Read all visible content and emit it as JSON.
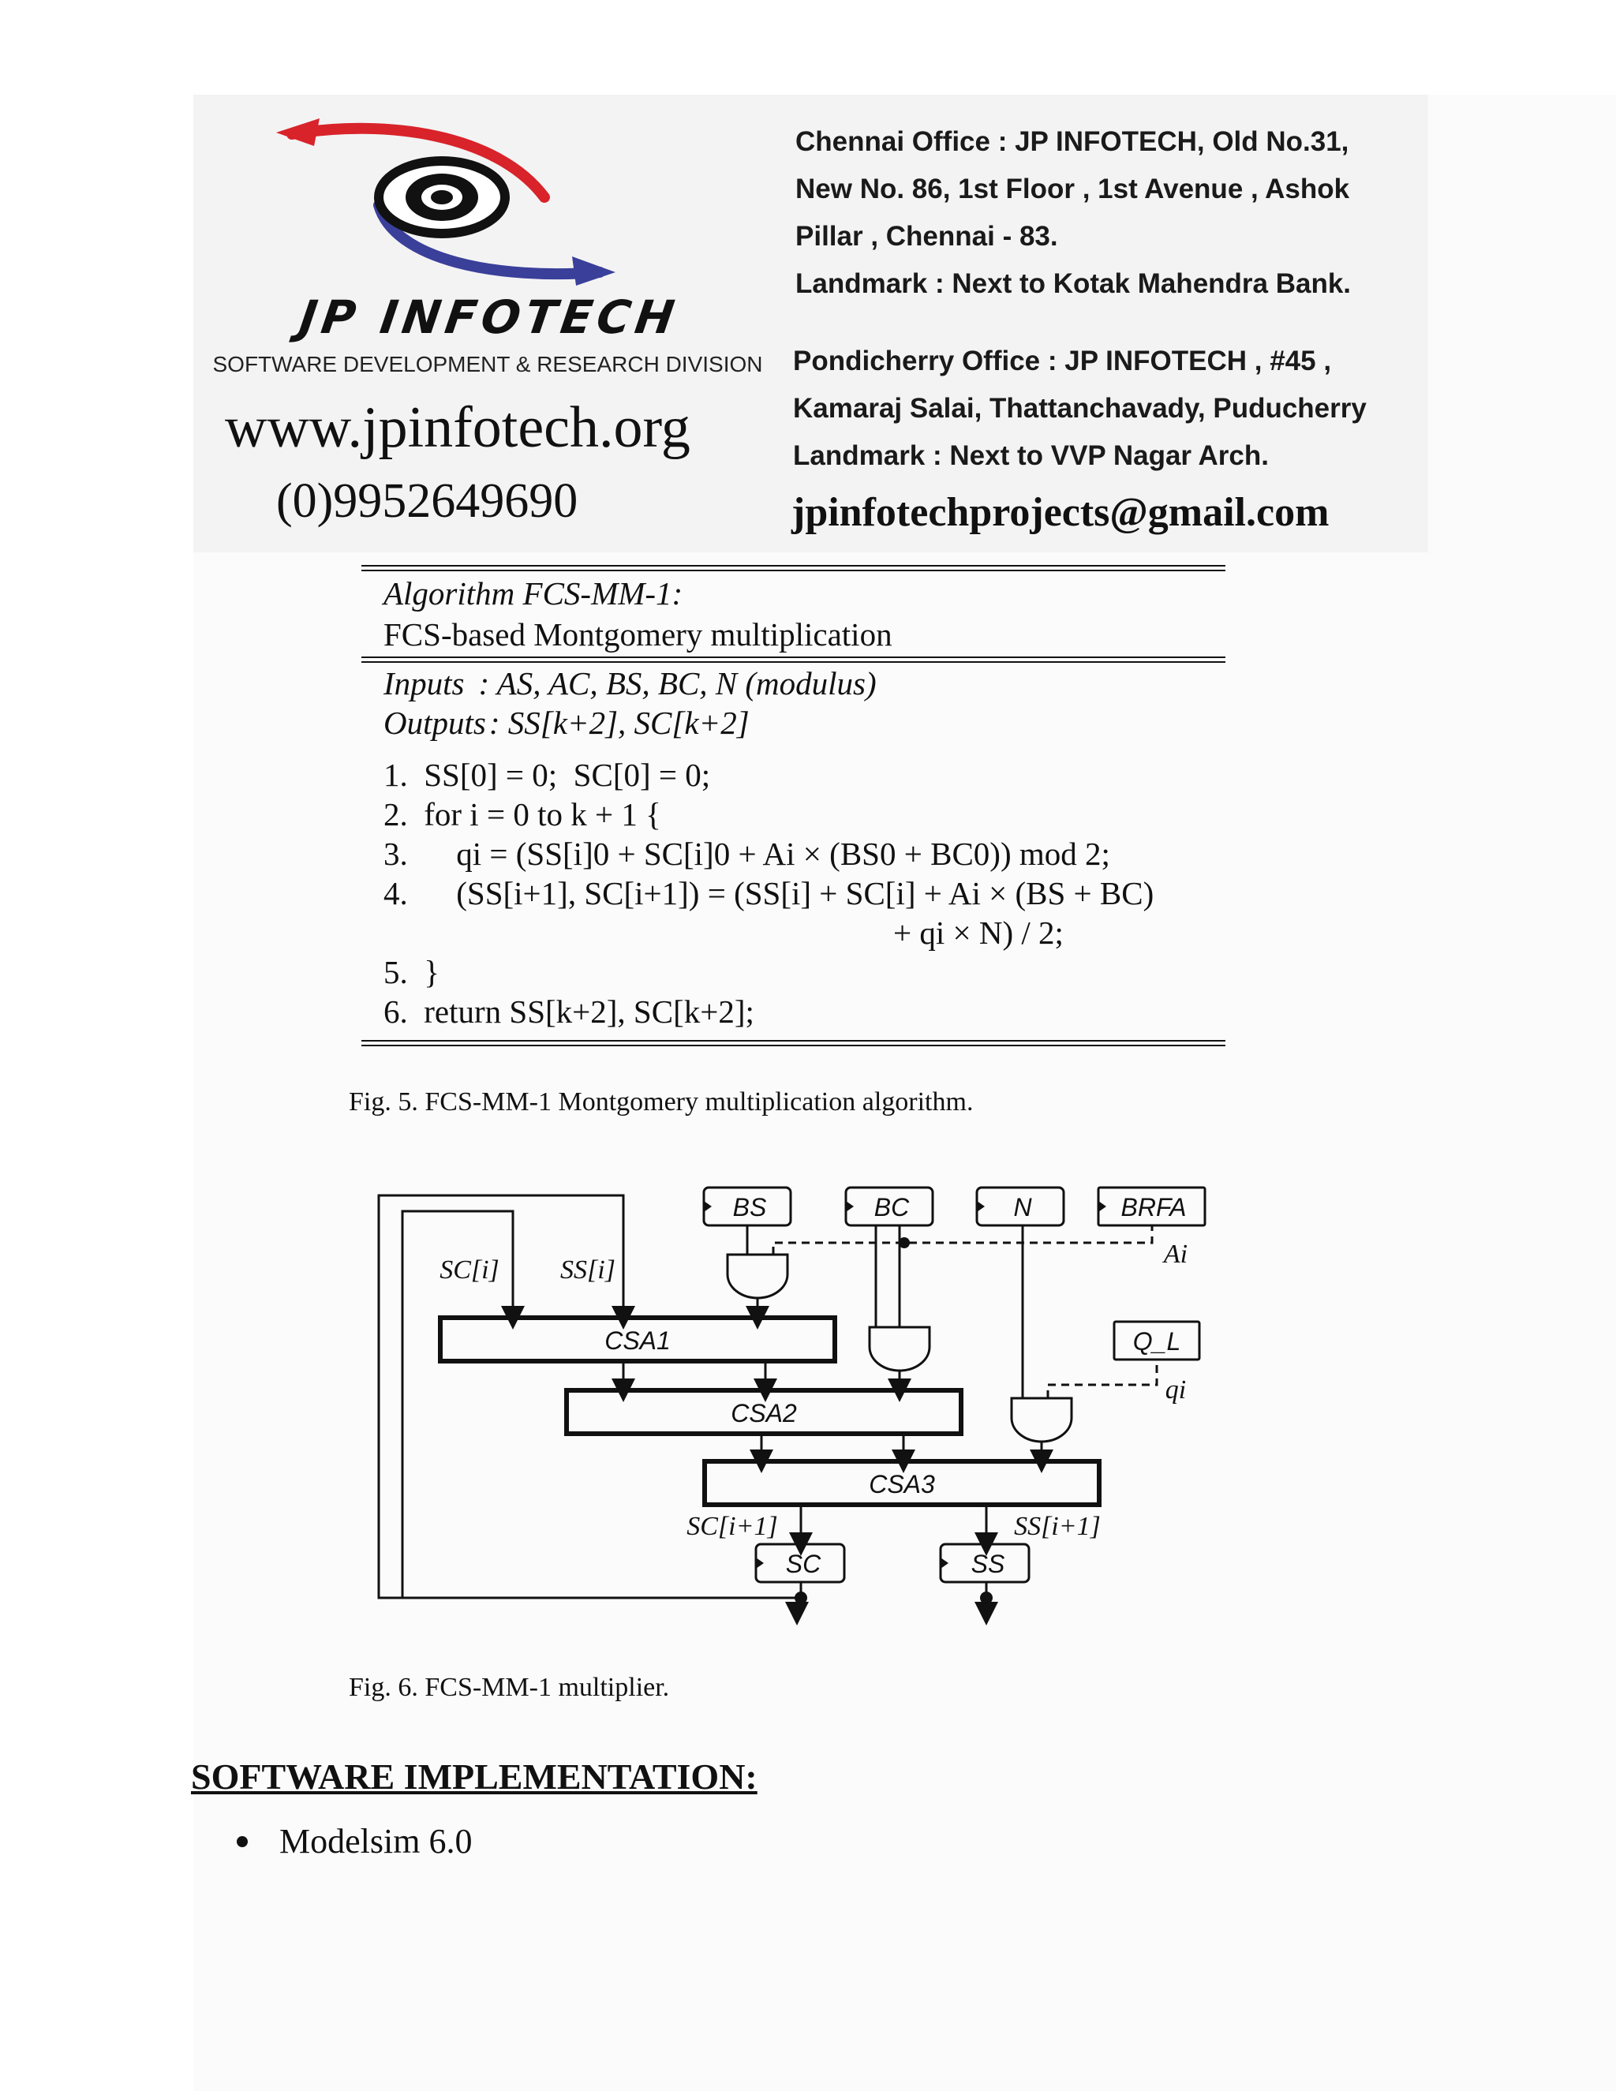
{
  "header": {
    "brand": "JP INFOTECH",
    "division": "SOFTWARE DEVELOPMENT & RESEARCH DIVISION",
    "website": "www.jpinfotech.org",
    "phone": "(0)9952649690",
    "chennai_office": [
      "Chennai Office : JP INFOTECH, Old No.31,",
      "New No. 86, 1st Floor , 1st Avenue , Ashok",
      "Pillar , Chennai - 83.",
      "Landmark : Next to Kotak Mahendra Bank."
    ],
    "pondicherry_office": [
      "Pondicherry Office : JP INFOTECH , #45 ,",
      "Kamaraj Salai, Thattanchavady, Puducherry",
      "Landmark : Next to VVP Nagar Arch."
    ],
    "email": "jpinfotechprojects@gmail.com",
    "colors": {
      "arrow_red": "#d8232a",
      "arrow_blue": "#3a3f9a",
      "eye_black": "#111111"
    }
  },
  "algorithm": {
    "title": "Algorithm FCS-MM-1:",
    "subtitle": "FCS-based Montgomery multiplication",
    "inputs_label": "Inputs",
    "inputs_value": ": AS, AC, BS, BC, N (modulus)",
    "outputs_label": "Outputs",
    "outputs_value": ": SS[k+2], SC[k+2]",
    "steps": [
      "1.  SS[0] = 0;  SC[0] = 0;",
      "2.  for i = 0 to k + 1 {",
      "3.      qi = (SS[i]0 + SC[i]0 + Ai × (BS0 + BC0)) mod 2;",
      "4.      (SS[i+1], SC[i+1]) = (SS[i] + SC[i] + Ai × (BS + BC)",
      "+ qi × N) / 2;",
      "5.  }",
      "6.  return SS[k+2], SC[k+2];"
    ]
  },
  "fig5_caption": "Fig. 5.    FCS-MM-1 Montgomery multiplication algorithm.",
  "diagram": {
    "registers": [
      "BS",
      "BC",
      "N",
      "BRFA",
      "Q_L",
      "SC",
      "SS"
    ],
    "adders": [
      "CSA1",
      "CSA2",
      "CSA3"
    ],
    "labels": {
      "sc_i": "SC[i]",
      "ss_i": "SS[i]",
      "a_i": "Ai",
      "q_i": "qi",
      "sc_next": "SC[i+1]",
      "ss_next": "SS[i+1]"
    }
  },
  "fig6_caption": "Fig. 6.    FCS-MM-1 multiplier.",
  "software": {
    "heading": "SOFTWARE IMPLEMENTATION:",
    "items": [
      "Modelsim 6.0"
    ]
  }
}
